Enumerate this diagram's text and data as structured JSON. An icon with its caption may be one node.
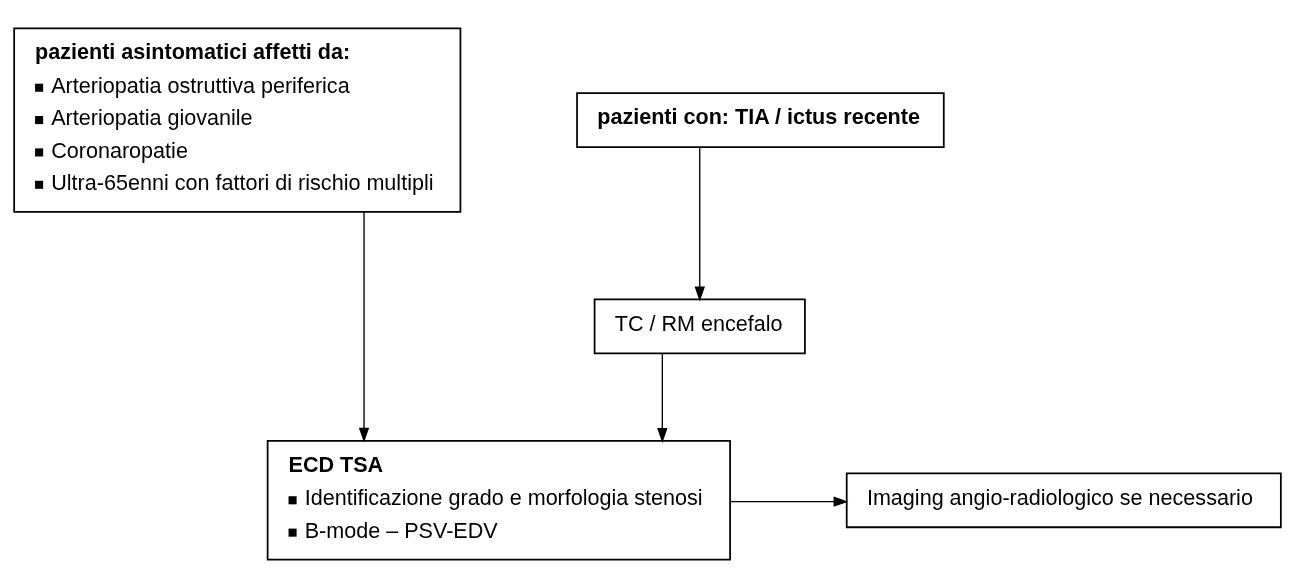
{
  "diagram": {
    "nodes": [
      {
        "text": [
          "pazienti asintomatici affetti da:",
          "Arteriopatia ostruttiva periferica",
          "Arteriopatia giovanile",
          "Coronaropatie",
          "Ultra-65enni con fattori di rischio multipli"
        ]
      },
      {
        "text": [
          "pazienti con: TIA / ictus recente"
        ]
      },
      {
        "text": [
          "TC / RM encefalo"
        ]
      },
      {
        "text": [
          "ECD TSA",
          "Identificazione grado e morfologia stenosi",
          "B-mode – PSV-EDV"
        ]
      },
      {
        "text": [
          "Imaging angio-radiologico se necessario"
        ]
      }
    ],
    "edges": [
      {
        "from": 0,
        "to": 3,
        "arrow": "to"
      },
      {
        "from": 1,
        "to": 2,
        "arrow": "to"
      },
      {
        "from": 2,
        "to": 3,
        "arrow": "to"
      },
      {
        "from": 3,
        "to": 4,
        "arrow": "to"
      }
    ]
  }
}
